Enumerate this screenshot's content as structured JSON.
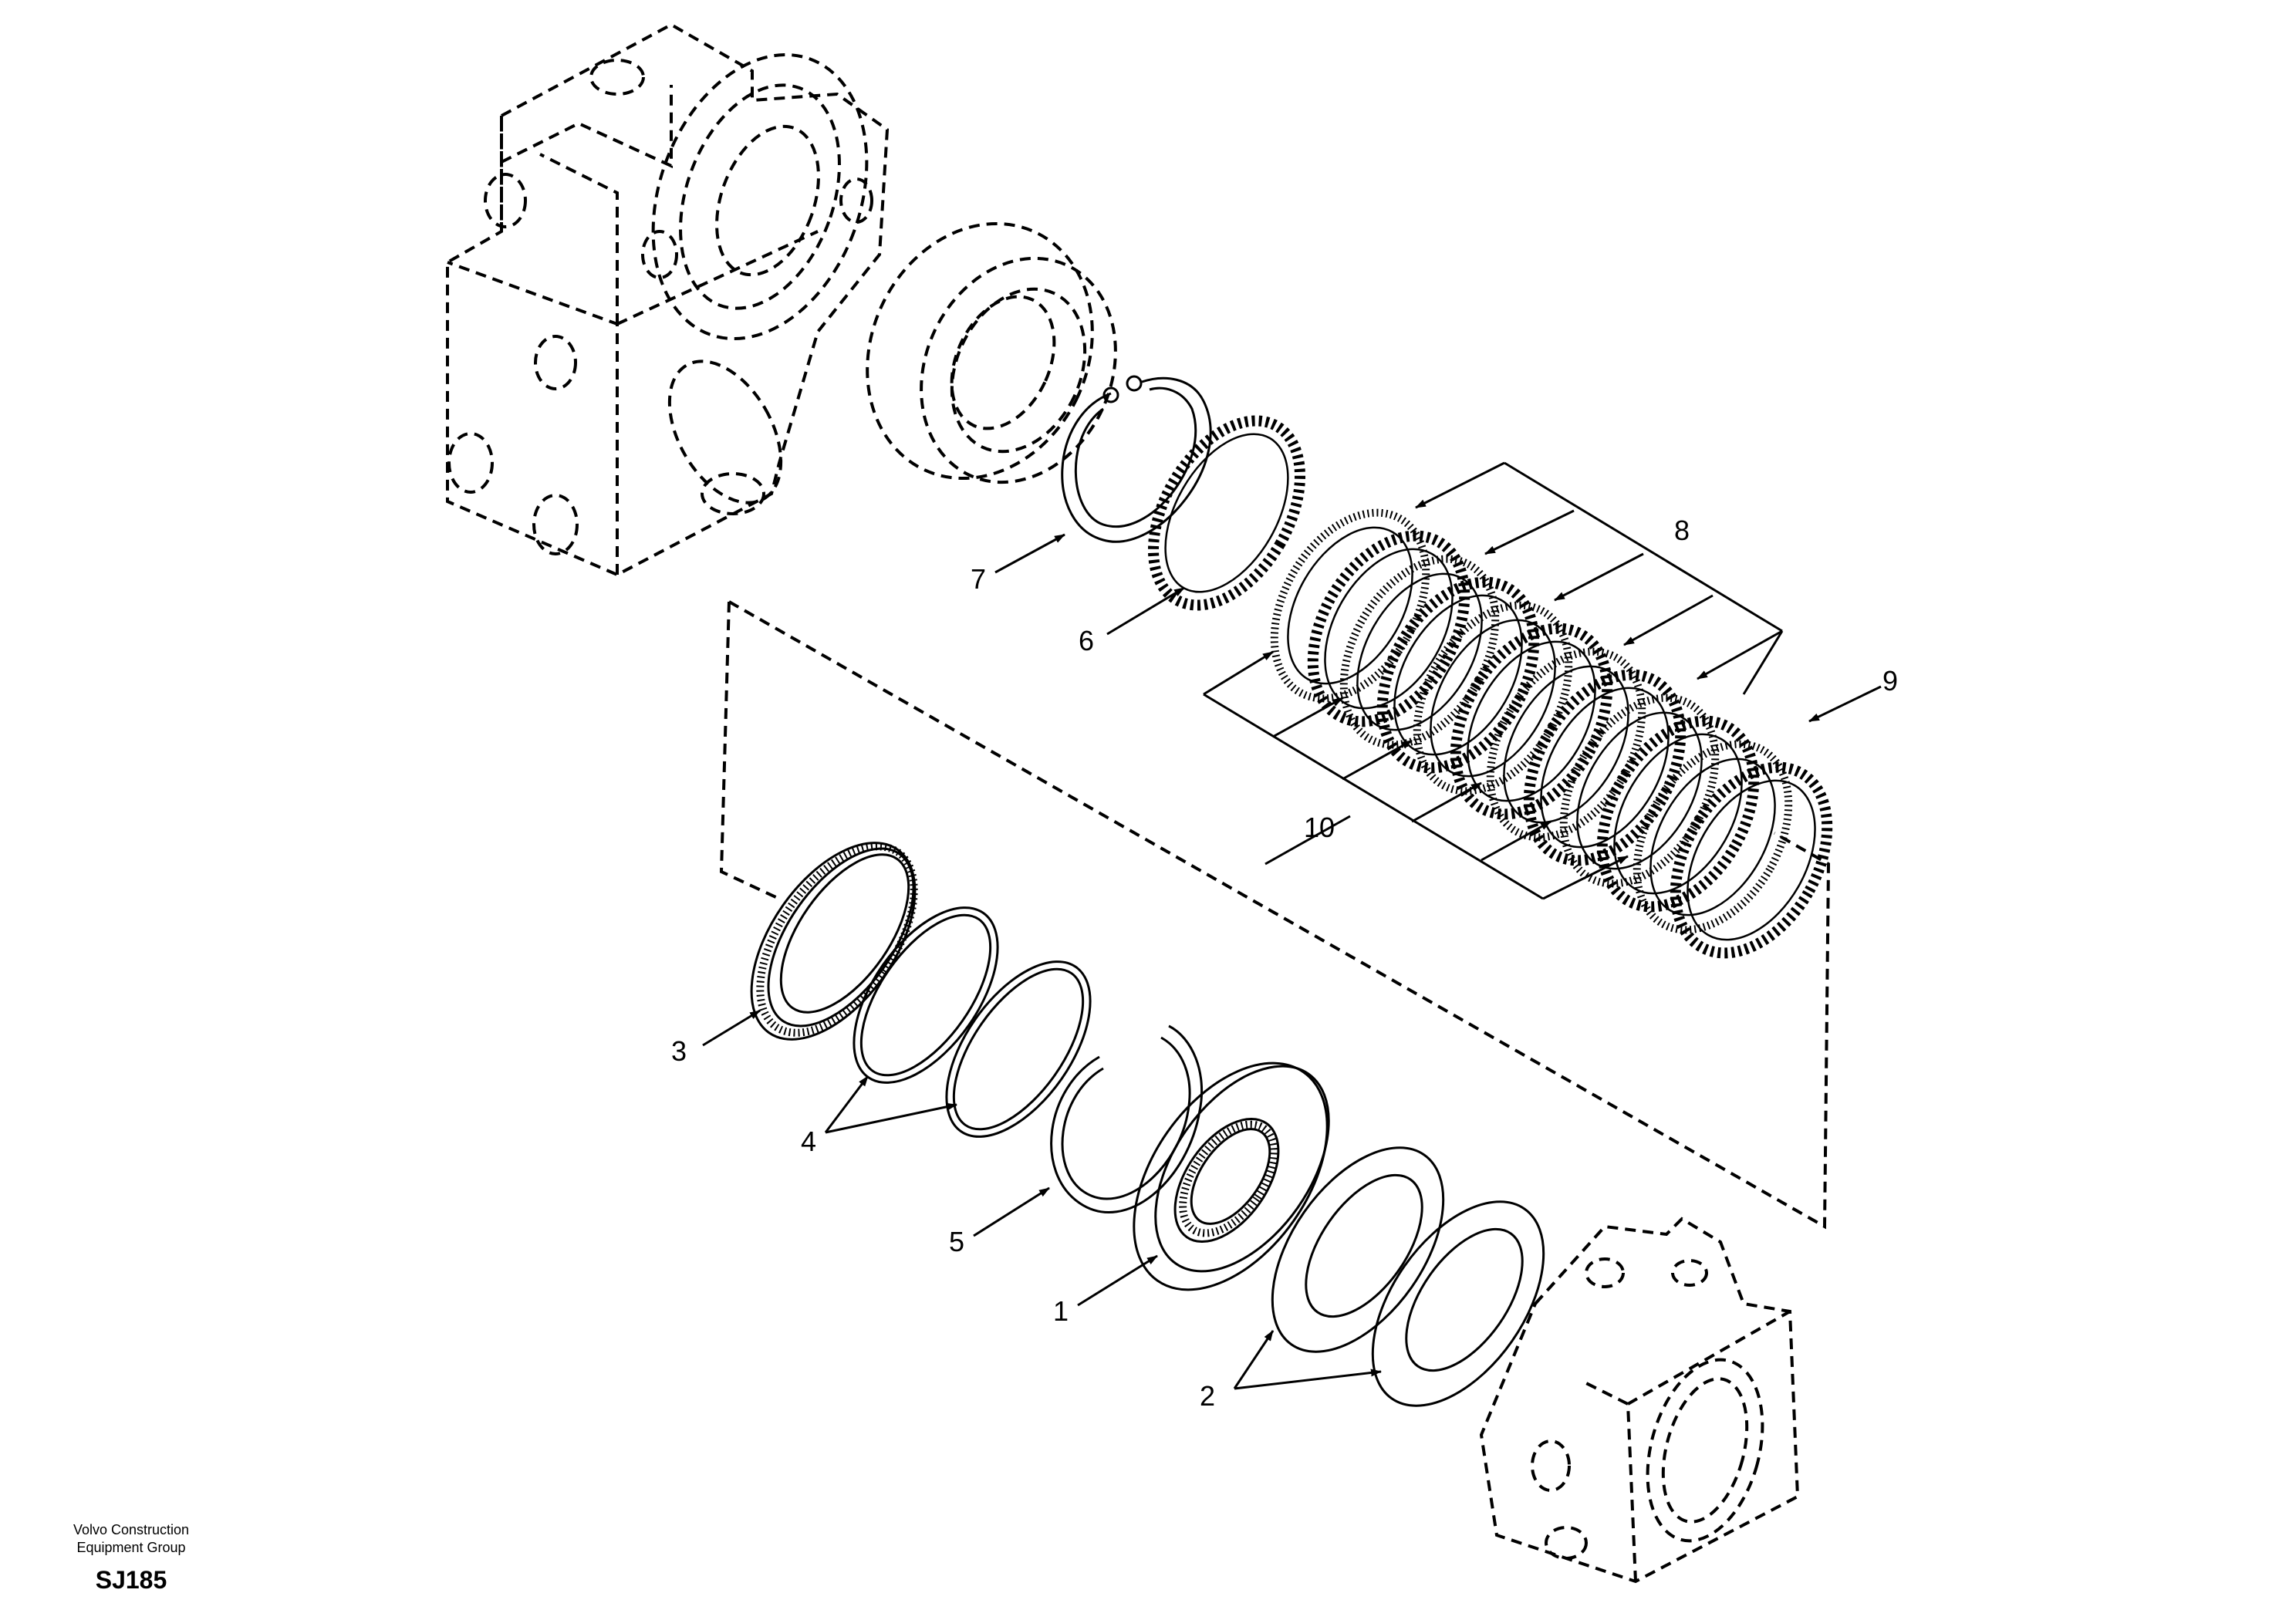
{
  "parts": {
    "p1": "1",
    "p2": "2",
    "p3": "3",
    "p4": "4",
    "p5": "5",
    "p6": "6",
    "p7": "7",
    "p8": "8",
    "p9": "9",
    "p10": "10"
  },
  "footer": {
    "company_line1": "Volvo Construction",
    "company_line2": "Equipment Group",
    "code": "SJ185"
  }
}
